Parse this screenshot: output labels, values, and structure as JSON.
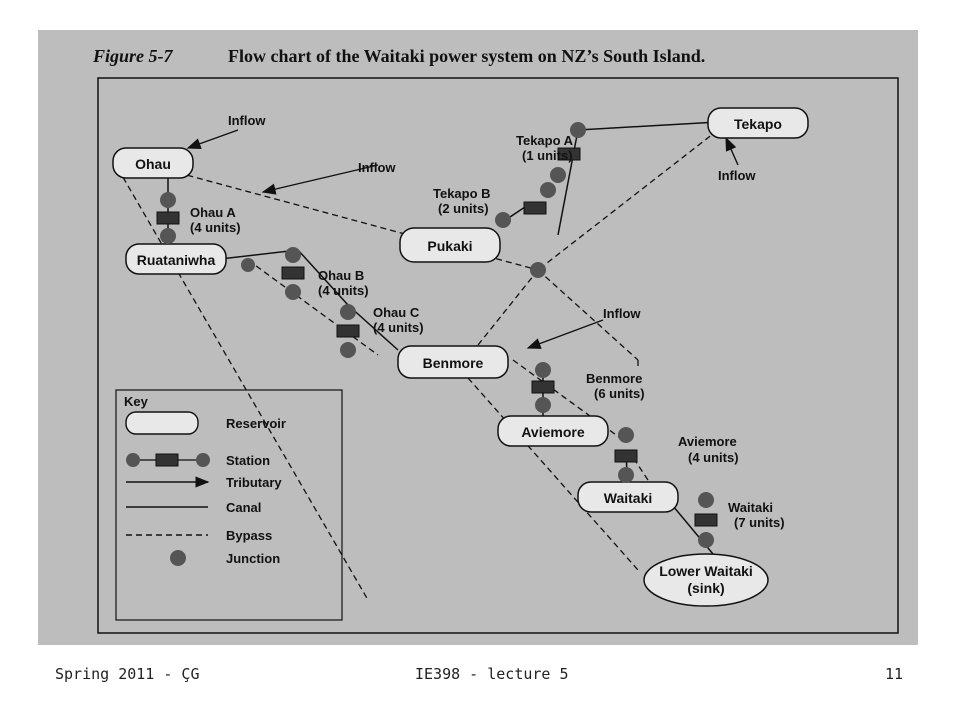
{
  "figure": {
    "number": "Figure 5-7",
    "title": "Flow chart of the Waitaki power system on NZ’s South Island."
  },
  "reservoirs": {
    "ohau": "Ohau",
    "tekapo": "Tekapo",
    "pukaki": "Pukaki",
    "ruataniwha": "Ruataniwha",
    "benmore": "Benmore",
    "aviemore": "Aviemore",
    "waitaki": "Waitaki",
    "lower_waitaki": "Lower Waitaki",
    "lower_waitaki_sub": "(sink)"
  },
  "stations": {
    "tekapo_a": {
      "name": "Tekapo A",
      "units": "(1 units)"
    },
    "tekapo_b": {
      "name": "Tekapo B",
      "units": "(2 units)"
    },
    "ohau_a": {
      "name": "Ohau A",
      "units": "(4 units)"
    },
    "ohau_b": {
      "name": "Ohau B",
      "units": "(4 units)"
    },
    "ohau_c": {
      "name": "Ohau C",
      "units": "(4 units)"
    },
    "benmore": {
      "name": "Benmore",
      "units": "(6 units)"
    },
    "aviemore": {
      "name": "Aviemore",
      "units": "(4 units)"
    },
    "waitaki": {
      "name": "Waitaki",
      "units": "(7 units)"
    }
  },
  "inflows": {
    "ohau": "Inflow",
    "pukaki": "Inflow",
    "tekapo": "Inflow",
    "benmore": "Inflow"
  },
  "key": {
    "title": "Key",
    "reservoir": "Reservoir",
    "station": "Station",
    "tributary": "Tributary",
    "canal": "Canal",
    "bypass": "Bypass",
    "junction": "Junction"
  },
  "footer": {
    "left": "Spring 2011 - ÇG",
    "center": "IE398 - lecture 5",
    "right": "11"
  },
  "colors": {
    "scan_background": "#bdbdbd",
    "node_fill": "#e8e8e8",
    "junction_fill": "#555555",
    "ink": "#111111"
  }
}
